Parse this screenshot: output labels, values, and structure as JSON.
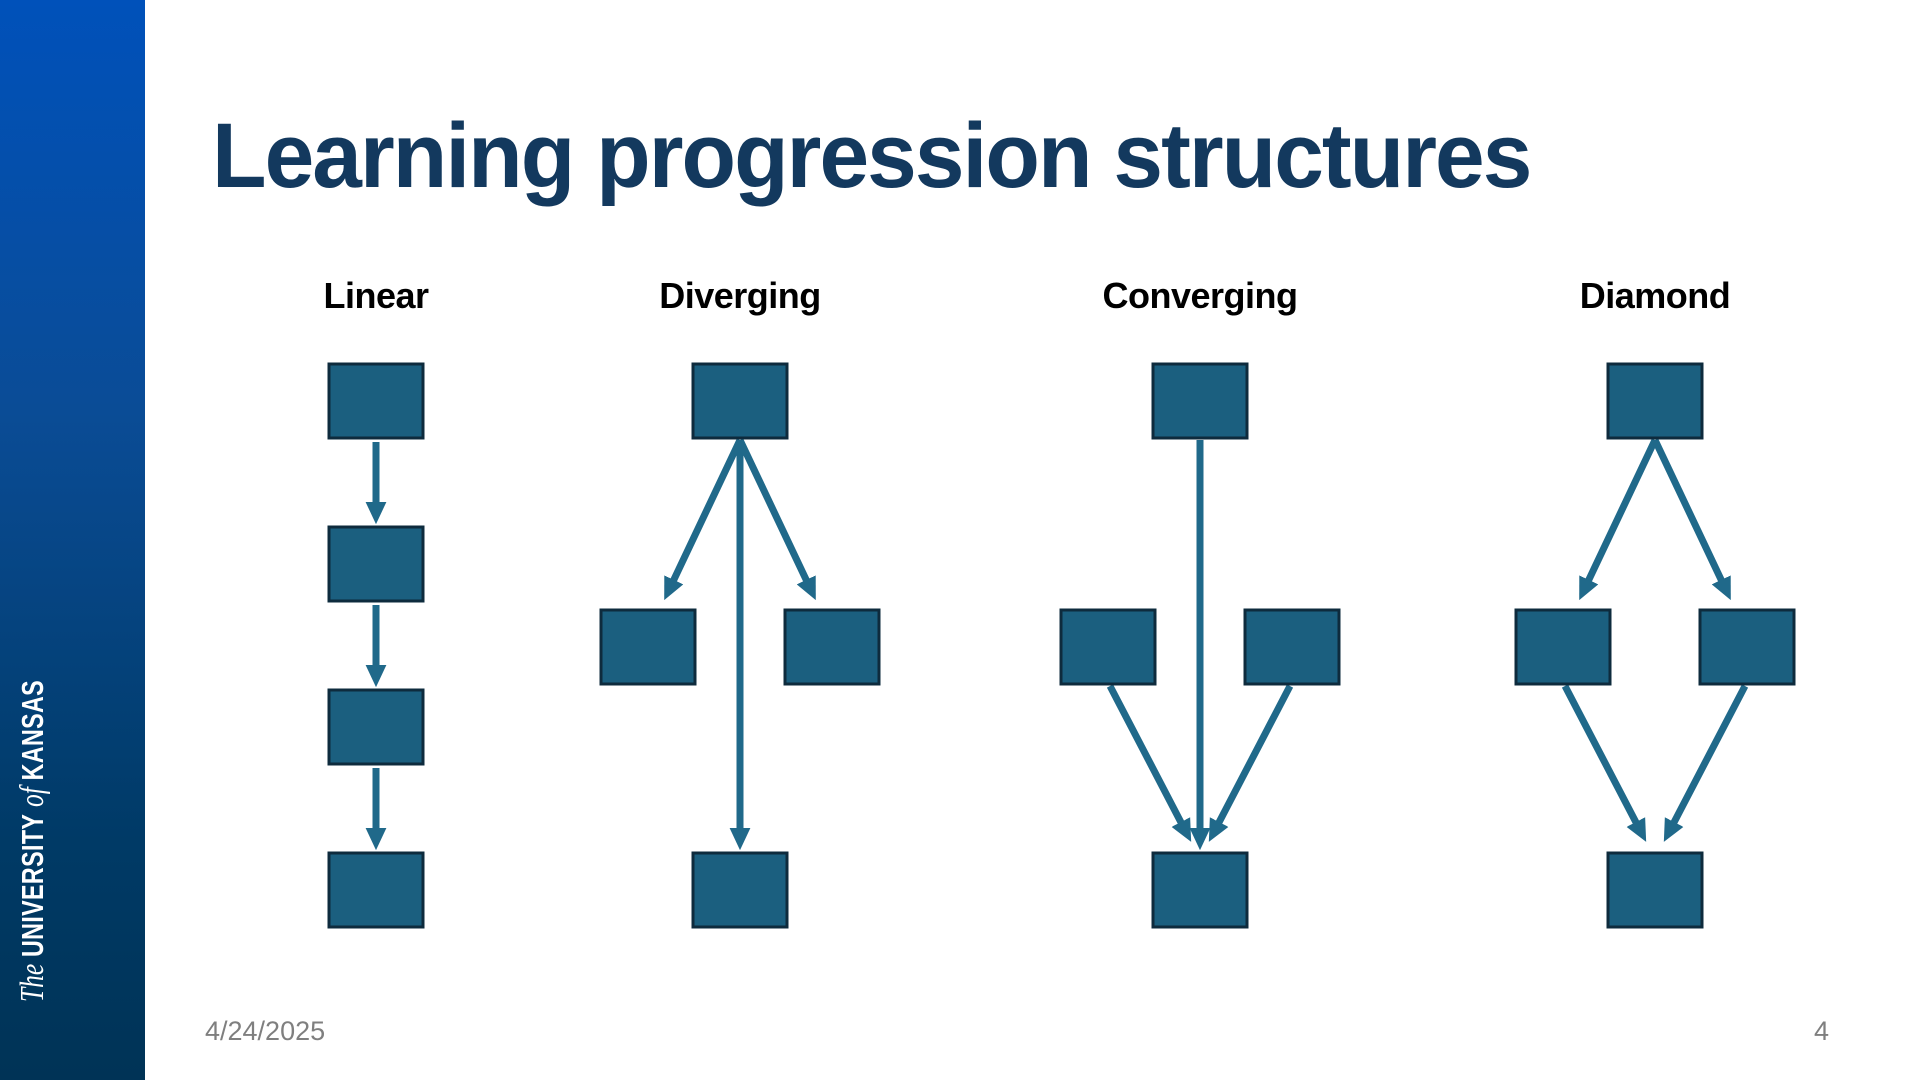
{
  "slide": {
    "title": "Learning progression structures",
    "footer": {
      "date": "4/24/2025",
      "page_number": "4"
    }
  },
  "sidebar": {
    "logo": {
      "pre": "The",
      "word1": "UNIVERSITY",
      "mid": "of",
      "word2": "KANSAS"
    }
  },
  "colors": {
    "title_text": "#13395E",
    "label_text": "#000000",
    "box_fill": "#1B5F7F",
    "box_border": "#0E2B3D",
    "arrow": "#20698A",
    "footer_text": "#7F7F7F",
    "sidebar_gradient_top": "#0051BA",
    "sidebar_gradient_bottom": "#003356"
  },
  "diagrams": [
    {
      "label": "Linear",
      "structure": "chain",
      "node_count": 4,
      "edges": [
        [
          "node1",
          "node2"
        ],
        [
          "node2",
          "node3"
        ],
        [
          "node3",
          "node4"
        ]
      ]
    },
    {
      "label": "Diverging",
      "structure": "one-to-many",
      "node_count": 4,
      "edges": [
        [
          "top",
          "left"
        ],
        [
          "top",
          "bottom"
        ],
        [
          "top",
          "right"
        ]
      ]
    },
    {
      "label": "Converging",
      "structure": "many-to-one",
      "node_count": 4,
      "edges": [
        [
          "top",
          "bottom"
        ],
        [
          "left",
          "bottom"
        ],
        [
          "right",
          "bottom"
        ]
      ]
    },
    {
      "label": "Diamond",
      "structure": "diverge-then-converge",
      "node_count": 4,
      "edges": [
        [
          "top",
          "left"
        ],
        [
          "top",
          "right"
        ],
        [
          "left",
          "bottom"
        ],
        [
          "right",
          "bottom"
        ]
      ]
    }
  ]
}
